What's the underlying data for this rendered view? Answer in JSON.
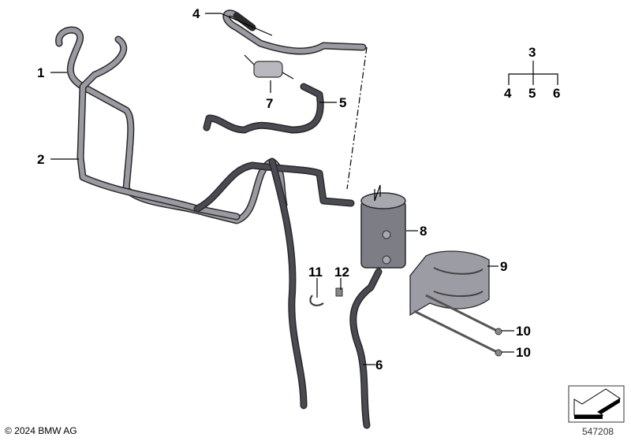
{
  "callouts": {
    "c1": "1",
    "c2": "2",
    "c4": "4",
    "c5": "5",
    "c6": "6",
    "c7": "7",
    "c8": "8",
    "c9": "9",
    "c10a": "10",
    "c10b": "10",
    "c11": "11",
    "c12": "12"
  },
  "legend_tree": {
    "parent": "3",
    "children": [
      "4",
      "5",
      "6"
    ]
  },
  "footer": {
    "copyright": "© 2024 BMW AG",
    "diagram_number": "547208"
  },
  "icons": {
    "nav_arrow": "arrow-down-left-icon"
  }
}
